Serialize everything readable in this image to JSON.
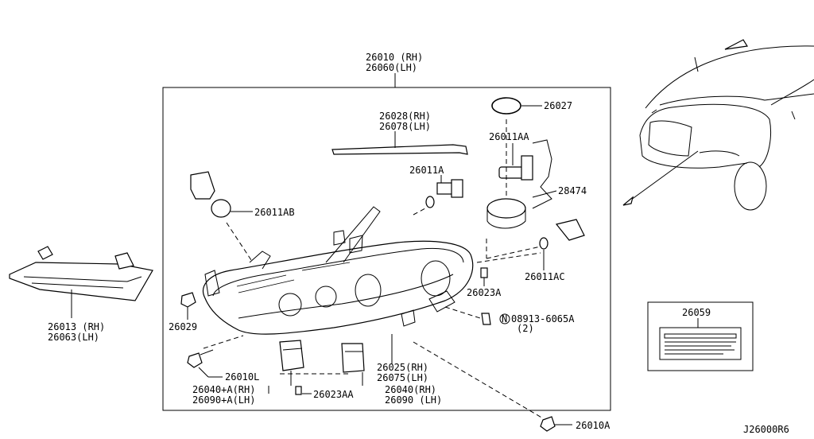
{
  "diagram_code": "J26000R6",
  "labels": {
    "assembly_rh": "26010 (RH)",
    "assembly_lh": "26060(LH)",
    "seal_rh": "26028(RH)",
    "seal_lh": "26078(LH)",
    "oring": "26027",
    "bulb_aa": "26011AA",
    "bulb_a": "26011A",
    "harness": "28474",
    "bulb_ab": "26011AB",
    "bulb_ac": "26011AC",
    "screw_a": "26023A",
    "nut_part": "08913-6065A",
    "nut_qty": "(2)",
    "nut_circle": "N",
    "grommet": "26029",
    "bolt_l": "26010L",
    "cover_rh": "26013 (RH)",
    "cover_lh": "26063(LH)",
    "bracket_rh": "26040+A(RH)",
    "bracket_lh": "26090+A(LH)",
    "screw_aa": "26023AA",
    "bracket2_rh": "26040(RH)",
    "bracket2_lh": "26090 (LH)",
    "ballast_rh": "26025(RH)",
    "ballast_lh": "26075(LH)",
    "bolt_a": "26010A",
    "caution_label": "26059"
  }
}
